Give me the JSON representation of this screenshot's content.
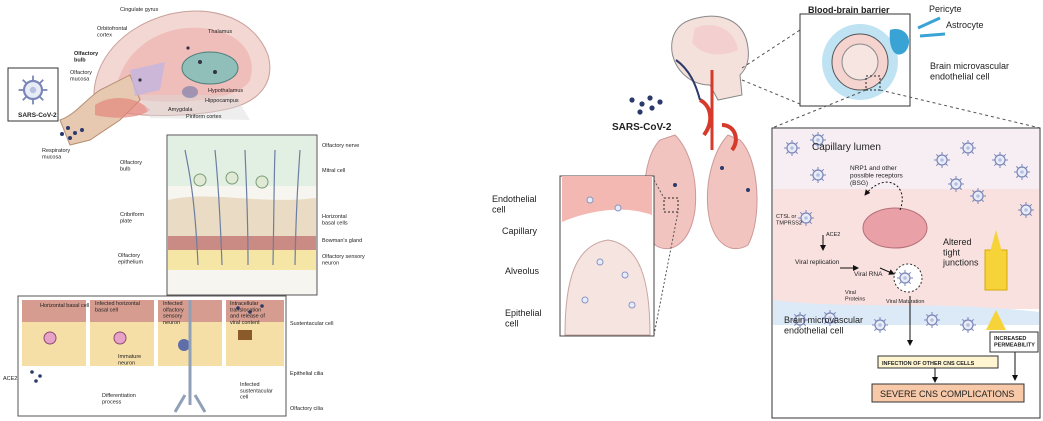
{
  "left_panel": {
    "virus_label": "SARS-CoV-2",
    "head_labels": {
      "cingulate": "Cingulate gyrus",
      "orbitofrontal": "Orbitofrontal\ncortex",
      "thalamus": "Thalamus",
      "olfactory_bulb": "Olfactory\nbulb",
      "olfactory_mucosa": "Olfactory\nmucosa",
      "hypothalamus": "Hypothalamus",
      "hippocampus": "Hippocampus",
      "amygdala": "Amygdala",
      "piriform": "Piriform cortex",
      "respiratory_mucosa": "Respiratory\nmucosa"
    },
    "mid_labels": {
      "olfactory_bulb": "Olfactory\nbulb",
      "cribriform": "Cribriform\nplate",
      "olfactory_epithelium": "Olfactory\nepithelium",
      "olfactory_nerve": "Olfactory nerve",
      "mitral_cell": "Mitral cell",
      "horizontal_basal": "Horizontal\nbasal cells",
      "bowman": "Bowman's gland",
      "sensory_neuron": "Olfactory sensory\nneuron"
    },
    "bottom_labels": {
      "ace2": "ACE2",
      "p1": "Horizontal basal cell",
      "p2": "Infected horizontal\nbasal cell",
      "p3": "Infected\nolfactory\nsensory\nneuron",
      "p4": "Intracellular\ntranslocation\nand release of\nviral content",
      "immature": "Immature\nneuron",
      "differentiation": "Differentiation\nprocess",
      "sustentacular": "Sustentacular cell",
      "epithelial_cilia": "Epithelial cilia",
      "infected_sust": "Infected\nsustentacular\ncell",
      "olfactory_cilia": "Olfactory cilia"
    }
  },
  "right_panel": {
    "virus_label": "SARS-CoV-2",
    "alveolus_labels": {
      "endothelial": "Endothelial\ncell",
      "capillary": "Capillary",
      "alveolus": "Alveolus",
      "epithelial": "Epithelial\ncell"
    },
    "bbb": {
      "title": "Blood-brain barrier",
      "pericyte": "Pericyte",
      "astrocyte": "Astrocyte",
      "brain_endothelial": "Brain microvascular\nendothelial cell"
    },
    "detail": {
      "capillary_lumen": "Capillary lumen",
      "nrp1": "NRP1 and other\npossible receptors\n(BSG)",
      "ctsl": "CTSL or\nTMPRSS2",
      "ace2": "ACE2",
      "viral_replication": "Viral replication",
      "viral_rna": "Viral RNA",
      "viral_proteins": "Viral\nProteins",
      "viral_maturation": "Viral Maturation",
      "altered": "Altered\ntight\njunctions",
      "endothelial": "Brain microvascular\nendothelial cell",
      "increased": "INCREASED\nPERMEABILITY",
      "infection": "INFECTION OF OTHER CNS CELLS",
      "severe": "SEVERE CNS COMPLICATIONS"
    }
  },
  "colors": {
    "virus": "#7a86b8",
    "vessel": "#d63a2a",
    "tissue_pink": "#f2c4bf",
    "bbb_blue": "#7fc4e4",
    "junction_yellow": "#f7d33a",
    "severe_box": "#f7c9a8"
  }
}
